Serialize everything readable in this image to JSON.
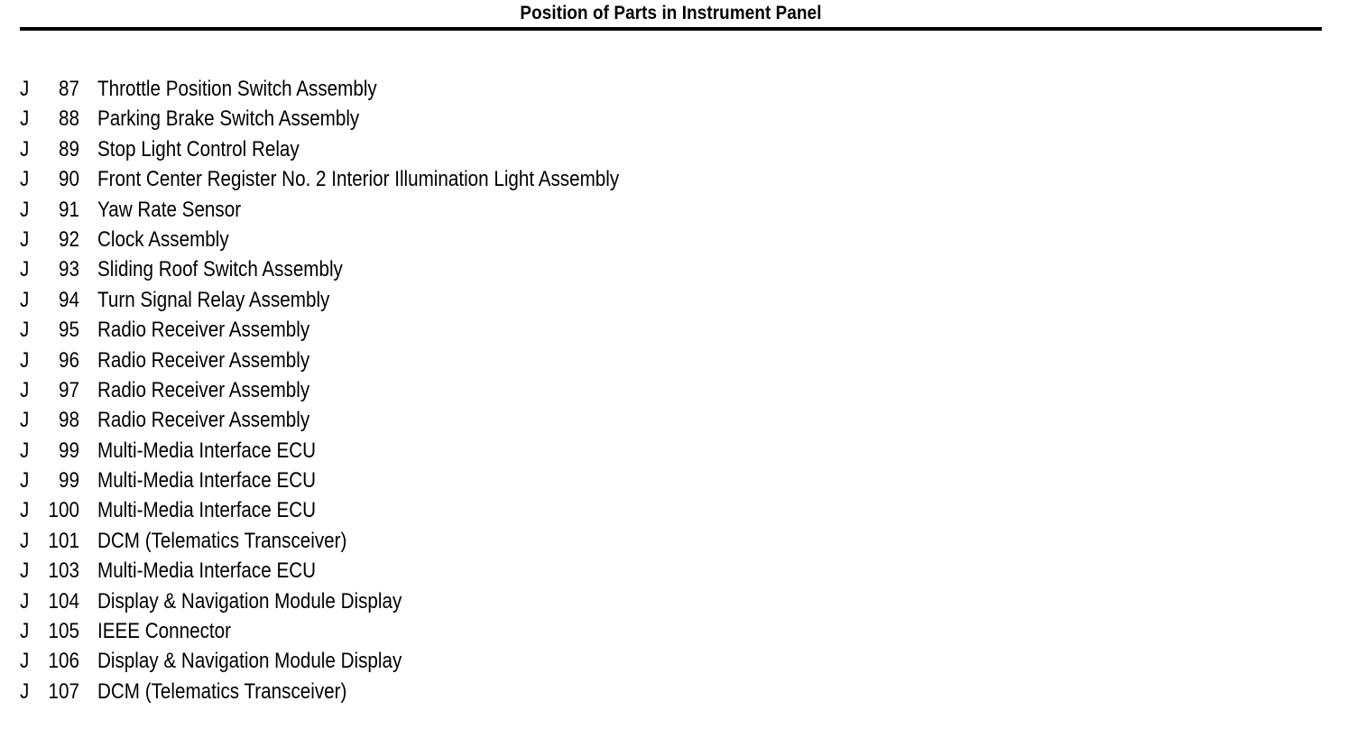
{
  "document": {
    "title": "Position of Parts in Instrument Panel",
    "background_color": "#ffffff",
    "text_color": "#000000",
    "rule_color": "#000000"
  },
  "parts": [
    {
      "prefix": "J",
      "number": "87",
      "name": "Throttle Position Switch Assembly"
    },
    {
      "prefix": "J",
      "number": "88",
      "name": "Parking Brake Switch Assembly"
    },
    {
      "prefix": "J",
      "number": "89",
      "name": "Stop Light Control Relay"
    },
    {
      "prefix": "J",
      "number": "90",
      "name": "Front Center Register No. 2 Interior Illumination Light Assembly"
    },
    {
      "prefix": "J",
      "number": "91",
      "name": "Yaw Rate Sensor"
    },
    {
      "prefix": "J",
      "number": "92",
      "name": "Clock Assembly"
    },
    {
      "prefix": "J",
      "number": "93",
      "name": "Sliding Roof Switch Assembly"
    },
    {
      "prefix": "J",
      "number": "94",
      "name": "Turn Signal Relay Assembly"
    },
    {
      "prefix": "J",
      "number": "95",
      "name": "Radio Receiver Assembly"
    },
    {
      "prefix": "J",
      "number": "96",
      "name": "Radio Receiver Assembly"
    },
    {
      "prefix": "J",
      "number": "97",
      "name": "Radio Receiver Assembly"
    },
    {
      "prefix": "J",
      "number": "98",
      "name": "Radio Receiver Assembly"
    },
    {
      "prefix": "J",
      "number": "99",
      "name": "Multi-Media Interface ECU"
    },
    {
      "prefix": "J",
      "number": "99",
      "name": "Multi-Media Interface ECU"
    },
    {
      "prefix": "J",
      "number": "100",
      "name": "Multi-Media Interface ECU"
    },
    {
      "prefix": "J",
      "number": "101",
      "name": "DCM (Telematics Transceiver)"
    },
    {
      "prefix": "J",
      "number": "103",
      "name": "Multi-Media Interface ECU"
    },
    {
      "prefix": "J",
      "number": "104",
      "name": "Display & Navigation Module Display"
    },
    {
      "prefix": "J",
      "number": "105",
      "name": "IEEE Connector"
    },
    {
      "prefix": "J",
      "number": "106",
      "name": "Display & Navigation Module Display"
    },
    {
      "prefix": "J",
      "number": "107",
      "name": "DCM (Telematics Transceiver)"
    }
  ]
}
